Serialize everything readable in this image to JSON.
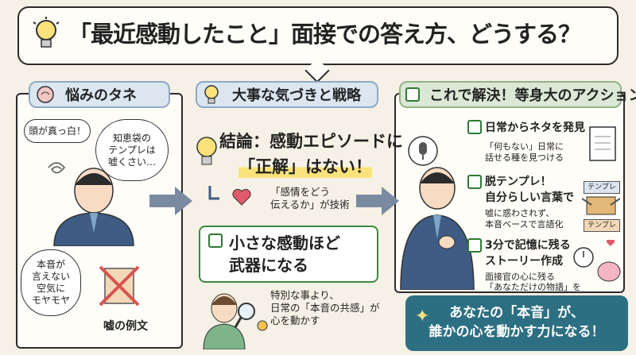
{
  "title": "「最近感動したこと」面接での答え方、どうする？",
  "col1": {
    "header": "悩みのタネ",
    "bubble1": "頭が真っ白！",
    "bubble2": [
      "知恵袋の",
      "テンプレは",
      "嘘くさい…"
    ],
    "bubble3": [
      "本音が",
      "言えない",
      "空気に",
      "モヤモヤ"
    ],
    "caption": "嘘の例文"
  },
  "col2": {
    "header": "大事な気づきと戦略",
    "conclusion_line1": "結論：感動エピソードに",
    "conclusion_line2": "「正解」はない！",
    "note": [
      "「感情をどう",
      "伝えるか」が技術"
    ],
    "box_line1": "小さな感動ほど",
    "box_line2": "武器になる",
    "bottom_text": [
      "特別な事より、",
      "日常の「本音の共感」が",
      "心を動かす"
    ]
  },
  "col3": {
    "header": "これで解決！等身大のアクション",
    "item1_title": "日常からネタを発見",
    "item1_desc": [
      "「何もない」日常に",
      "話せる種を見つける"
    ],
    "item2_title": [
      "脱テンプレ！",
      "自分らしい言葉で"
    ],
    "item2_desc": [
      "嘘に惑わされず、",
      "本音ベースで言語化"
    ],
    "item2_tag1": "テンプレ",
    "item2_tag2": "テンプレ",
    "item3_title": [
      "3分で記憶に残る",
      "ストーリー作成"
    ],
    "item3_desc": [
      "面接官の心に残る",
      "「あなただけの物語」を"
    ]
  },
  "banner": [
    "あなたの「本音」が、",
    "誰かの心を動かす力になる！"
  ],
  "colors": {
    "accent_yellow": "#fbe27a",
    "green": "#2f7a34",
    "banner": "#2d6f82"
  }
}
